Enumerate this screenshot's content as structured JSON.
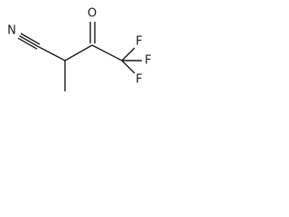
{
  "molecule": {
    "atoms": {
      "nitrogen": "N",
      "oxygen": "O",
      "fluorine_top": "F",
      "fluorine_right": "F",
      "fluorine_bottom": "F"
    }
  }
}
